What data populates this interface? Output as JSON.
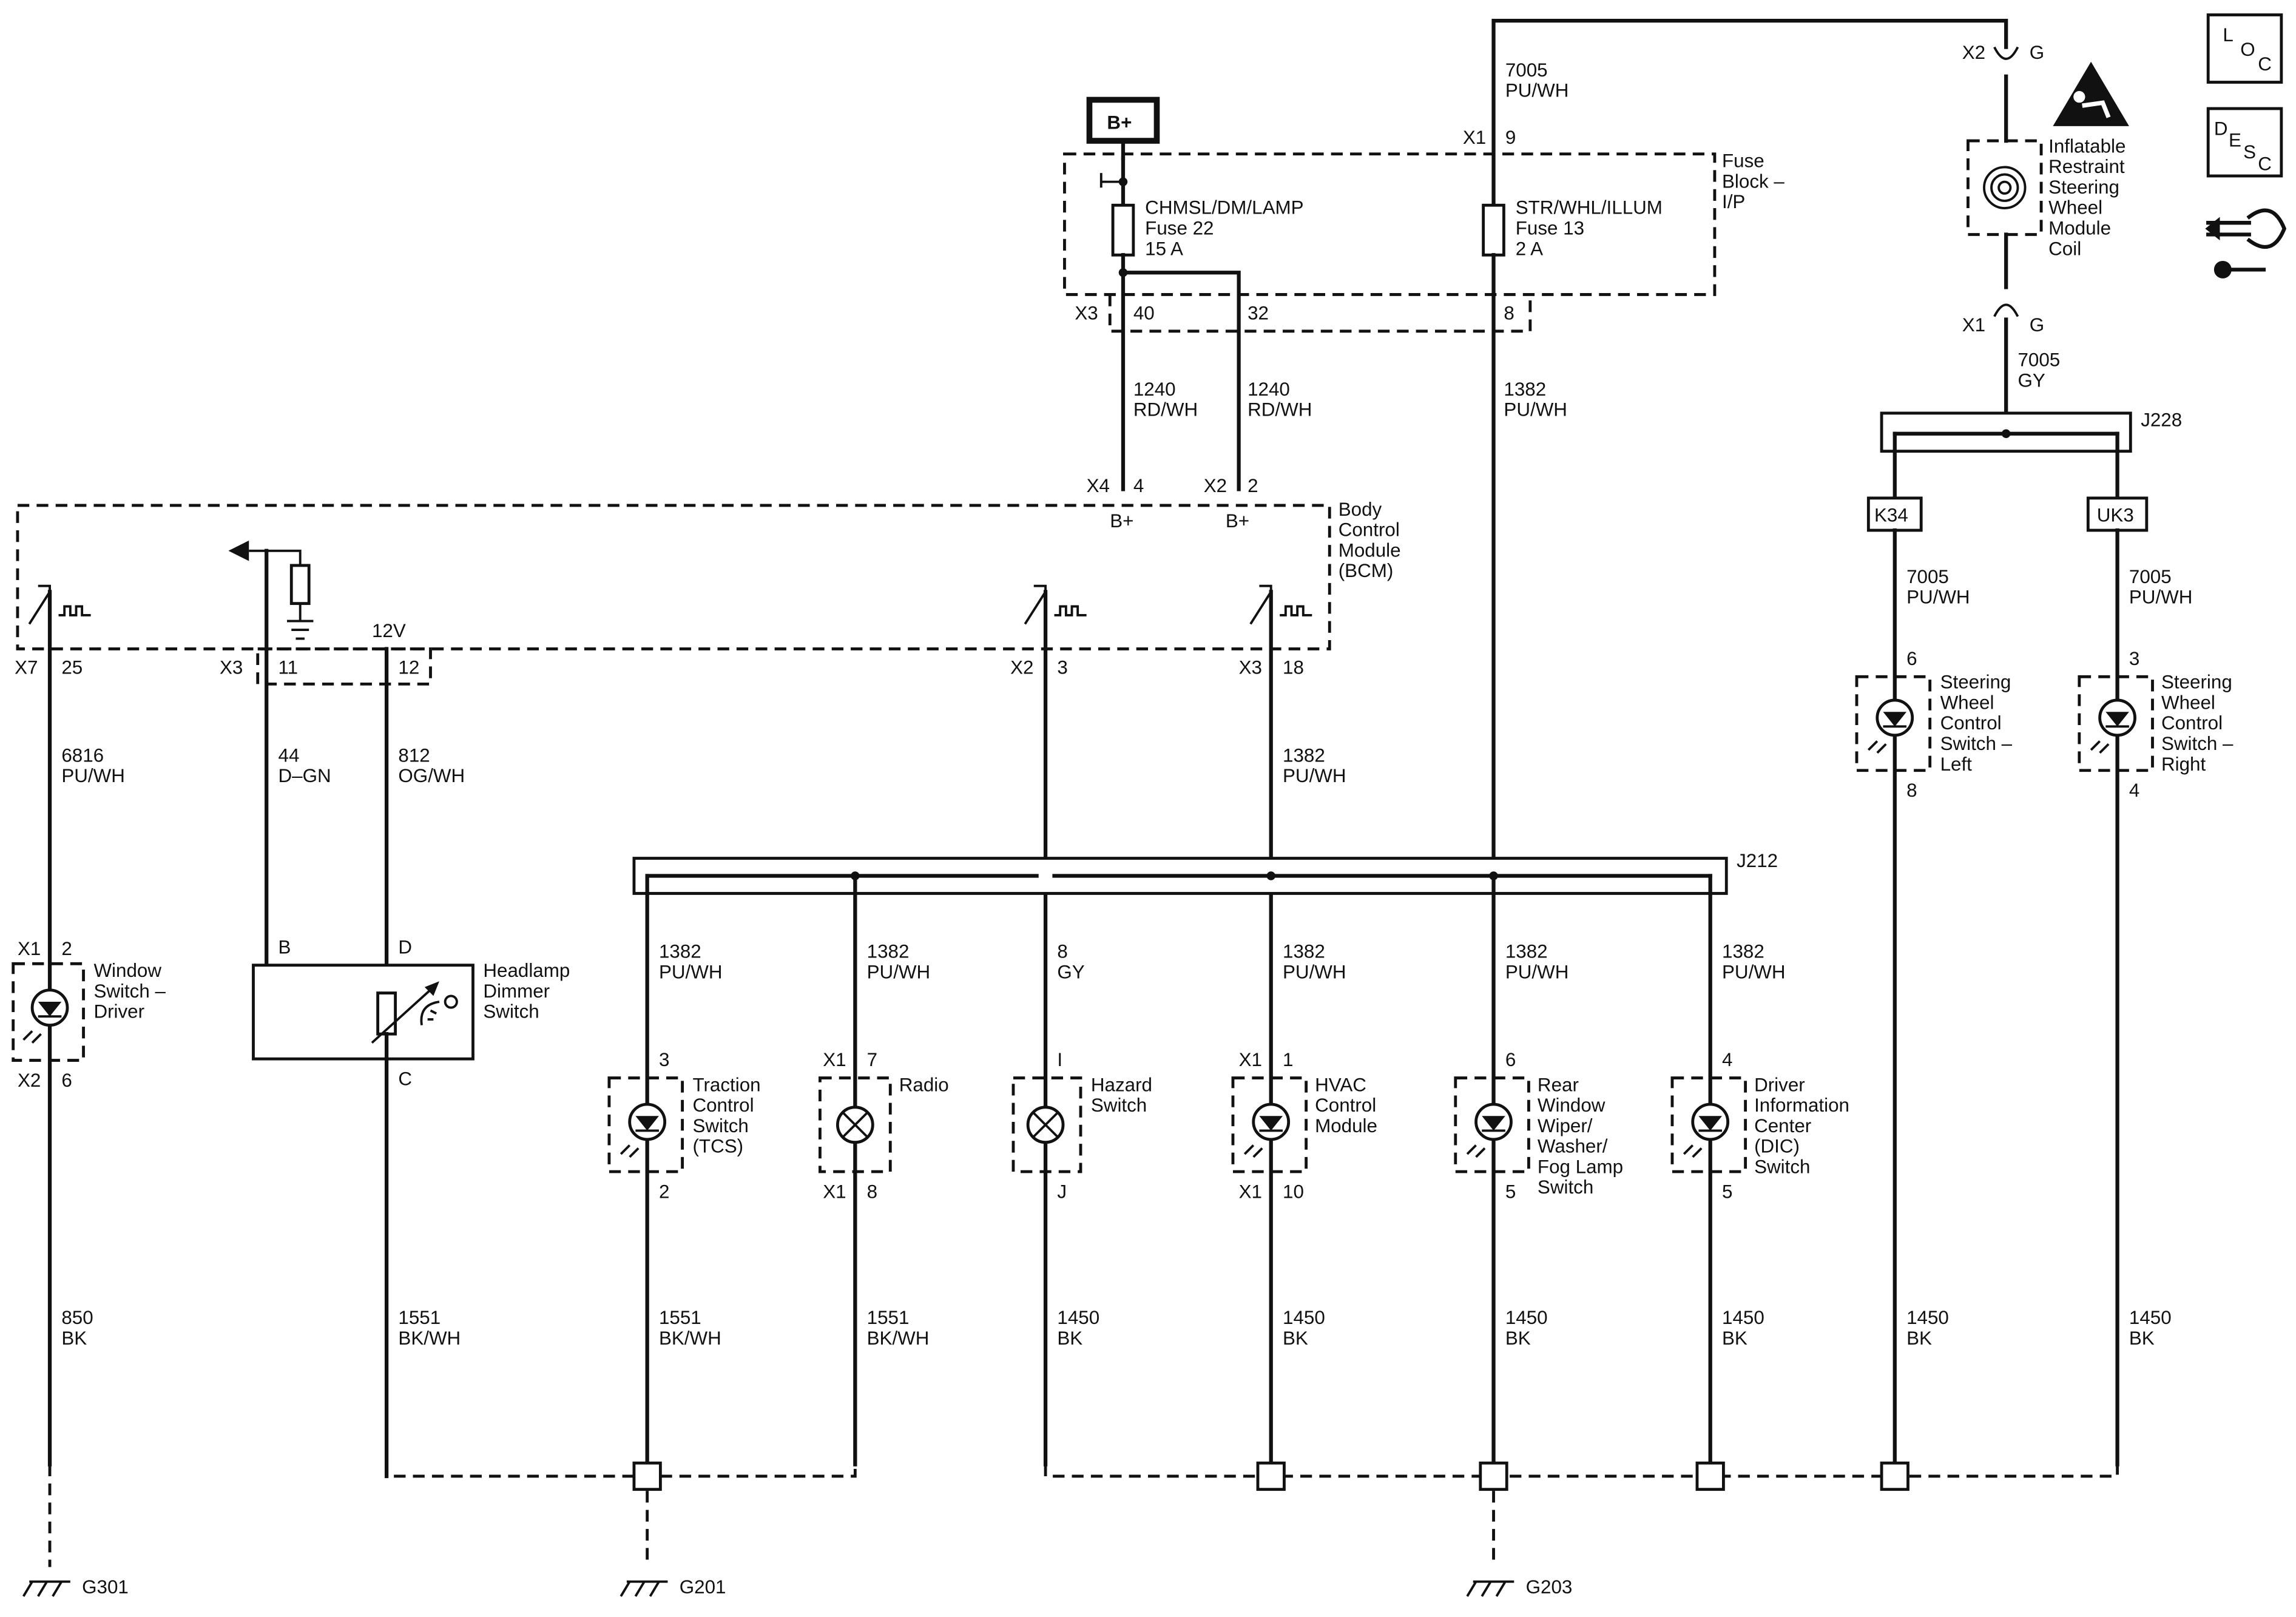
{
  "labels": {
    "b_plus": "B+",
    "loc": [
      "L",
      "O",
      "C"
    ],
    "desc": [
      "D",
      "E",
      "S",
      "C"
    ],
    "fuse_block": [
      "Fuse",
      "Block –",
      "I/P"
    ],
    "fuse22": [
      "CHMSL/DM/LAMP",
      "Fuse 22",
      "15 A"
    ],
    "fuse13": [
      "STR/WHL/ILLUM",
      "Fuse 13",
      "2 A"
    ],
    "bcm": [
      "Body",
      "Control",
      "Module",
      "(BCM)"
    ],
    "bcm_bplus": "B+",
    "twelve_v": "12V",
    "airbag": [
      "Inflatable",
      "Restraint",
      "Steering",
      "Wheel",
      "Module",
      "Coil"
    ],
    "j212": "J212",
    "j228": "J228",
    "k34": "K34",
    "uk3": "UK3",
    "window_switch": [
      "Window",
      "Switch –",
      "Driver"
    ],
    "headlamp_switch": [
      "Headlamp",
      "Dimmer",
      "Switch"
    ],
    "tcs": [
      "Traction",
      "Control",
      "Switch",
      "(TCS)"
    ],
    "radio": [
      "Radio"
    ],
    "hazard": [
      "Hazard",
      "Switch"
    ],
    "hvac": [
      "HVAC",
      "Control",
      "Module"
    ],
    "rear_wiper": [
      "Rear",
      "Window",
      "Wiper/",
      "Washer/",
      "Fog Lamp",
      "Switch"
    ],
    "dic": [
      "Driver",
      "Information",
      "Center",
      "(DIC)",
      "Switch"
    ],
    "swc_left": [
      "Steering",
      "Wheel",
      "Control",
      "Switch –",
      "Left"
    ],
    "swc_right": [
      "Steering",
      "Wheel",
      "Control",
      "Switch –",
      "Right"
    ],
    "g301": "G301",
    "g201": "G201",
    "g203": "G203"
  },
  "wires": {
    "w7005_top": [
      "7005",
      "PU/WH"
    ],
    "w1240_a": [
      "1240",
      "RD/WH"
    ],
    "w1240_b": [
      "1240",
      "RD/WH"
    ],
    "w1382_fuse": [
      "1382",
      "PU/WH"
    ],
    "w7005_gy": [
      "7005",
      "GY"
    ],
    "w7005_k34": [
      "7005",
      "PU/WH"
    ],
    "w7005_uk3": [
      "7005",
      "PU/WH"
    ],
    "w6816": [
      "6816",
      "PU/WH"
    ],
    "w44": [
      "44",
      "D–GN"
    ],
    "w812": [
      "812",
      "OG/WH"
    ],
    "w1382_bcm": [
      "1382",
      "PU/WH"
    ],
    "w1382_tcs": [
      "1382",
      "PU/WH"
    ],
    "w1382_radio": [
      "1382",
      "PU/WH"
    ],
    "w8_gy": [
      "8",
      "GY"
    ],
    "w1382_hvac": [
      "1382",
      "PU/WH"
    ],
    "w1382_rear": [
      "1382",
      "PU/WH"
    ],
    "w1382_dic": [
      "1382",
      "PU/WH"
    ],
    "w850": [
      "850",
      "BK"
    ],
    "w1551_hd": [
      "1551",
      "BK/WH"
    ],
    "w1551_tcs": [
      "1551",
      "BK/WH"
    ],
    "w1551_radio": [
      "1551",
      "BK/WH"
    ],
    "w1450_hazard": [
      "1450",
      "BK"
    ],
    "w1450_hvac": [
      "1450",
      "BK"
    ],
    "w1450_rear": [
      "1450",
      "BK"
    ],
    "w1450_dic": [
      "1450",
      "BK"
    ],
    "w1450_swl": [
      "1450",
      "BK"
    ],
    "w1450_swr": [
      "1450",
      "BK"
    ]
  },
  "pins": {
    "x2_g_top_c": "X2",
    "x2_g_top_p": "G",
    "x1_9_c": "X1",
    "x1_9_p": "9",
    "x1_g_c": "X1",
    "x1_g_p": "G",
    "x3_fb": "X3",
    "p40": "40",
    "p32": "32",
    "p8": "8",
    "x4_c": "X4",
    "x4_p": "4",
    "x2_2_c": "X2",
    "x2_2_p": "2",
    "x7_c": "X7",
    "x7_p": "25",
    "x3_11_c": "X3",
    "x3_11_p": "11",
    "x3_12_p": "12",
    "x2_3_c": "X2",
    "x2_3_p": "3",
    "x3_18_c": "X3",
    "x3_18_p": "18",
    "swl_top": "6",
    "swl_bot": "8",
    "swr_top": "3",
    "swr_bot": "4",
    "win_top_c": "X1",
    "win_top_p": "2",
    "win_bot_c": "X2",
    "win_bot_p": "6",
    "hd_b": "B",
    "hd_d": "D",
    "hd_c": "C",
    "tcs_top": "3",
    "tcs_bot": "2",
    "radio_top_c": "X1",
    "radio_top_p": "7",
    "radio_bot_c": "X1",
    "radio_bot_p": "8",
    "hazard_top": "I",
    "hazard_bot": "J",
    "hvac_top_c": "X1",
    "hvac_top_p": "1",
    "hvac_bot_c": "X1",
    "hvac_bot_p": "10",
    "rear_top": "6",
    "rear_bot": "5",
    "dic_top": "4",
    "dic_bot": "5"
  }
}
